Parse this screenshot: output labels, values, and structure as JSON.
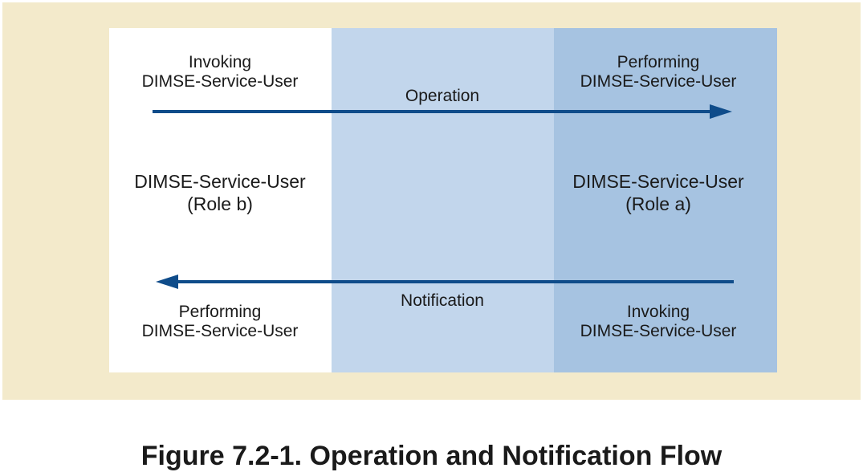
{
  "diagram": {
    "top_left": {
      "line1": "Invoking",
      "line2": "DIMSE-Service-User"
    },
    "top_right": {
      "line1": "Performing",
      "line2": "DIMSE-Service-User"
    },
    "operation_label": "Operation",
    "role_left": {
      "line1": "DIMSE-Service-User",
      "line2": "(Role b)"
    },
    "role_right": {
      "line1": "DIMSE-Service-User",
      "line2": "(Role a)"
    },
    "notification_label": "Notification",
    "bottom_left": {
      "line1": "Performing",
      "line2": "DIMSE-Service-User"
    },
    "bottom_right": {
      "line1": "Invoking",
      "line2": "DIMSE-Service-User"
    },
    "colors": {
      "frame": "#f3eacb",
      "left_panel": "#ffffff",
      "middle_panel": "#c2d6ec",
      "right_panel": "#a6c3e1",
      "arrow": "#0f4c8a"
    }
  },
  "caption": "Figure 7.2-1. Operation and Notification Flow"
}
